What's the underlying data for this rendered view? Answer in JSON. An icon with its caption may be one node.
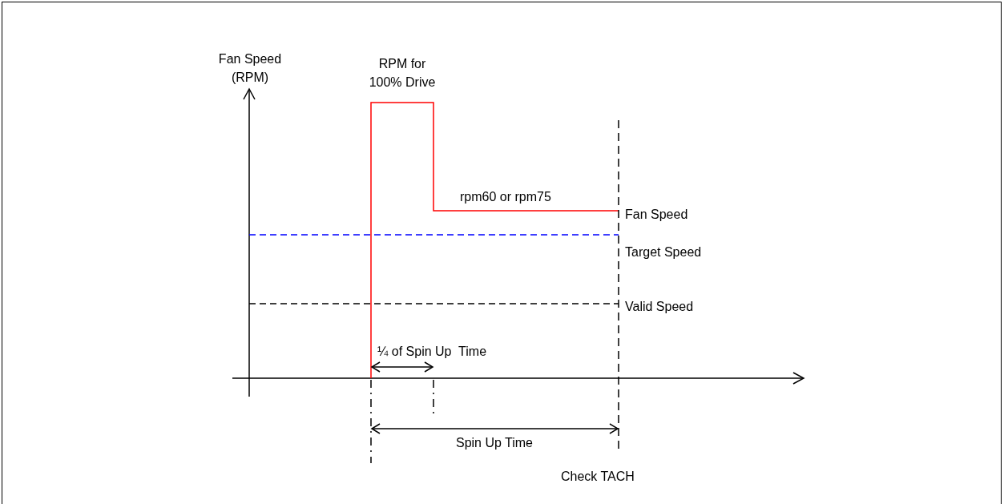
{
  "diagram": {
    "labels": [
      "Fan Speed (RPM)",
      "RPM for 100% Drive",
      "rpm60 or rpm75",
      "Fan Speed",
      "Target Speed",
      "Valid Speed",
      "¼ of Spin Up  Time",
      "Spin Up Time",
      "Check TACH"
    ]
  }
}
